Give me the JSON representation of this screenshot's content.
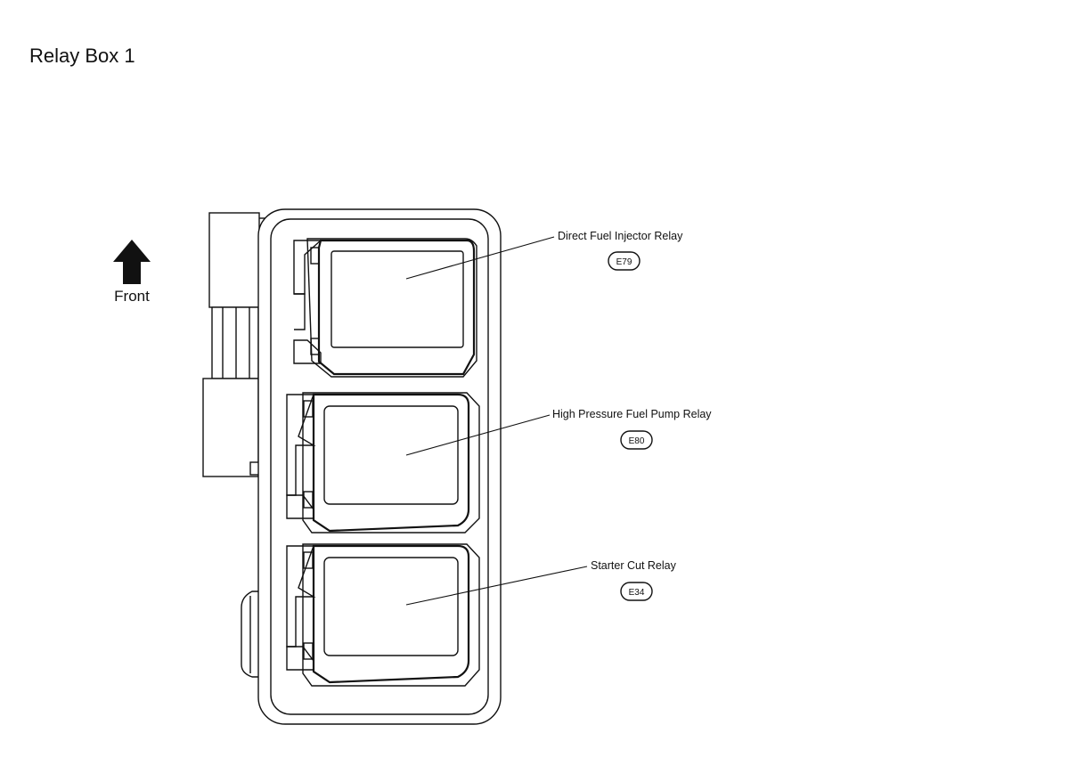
{
  "page": {
    "title": "Relay Box 1"
  },
  "orientation": {
    "label": "Front",
    "icon": "arrow-up-icon"
  },
  "relays": [
    {
      "name": "Direct Fuel Injector Relay",
      "code": "E79"
    },
    {
      "name": "High Pressure Fuel Pump Relay",
      "code": "E80"
    },
    {
      "name": "Starter Cut Relay",
      "code": "E34"
    }
  ]
}
